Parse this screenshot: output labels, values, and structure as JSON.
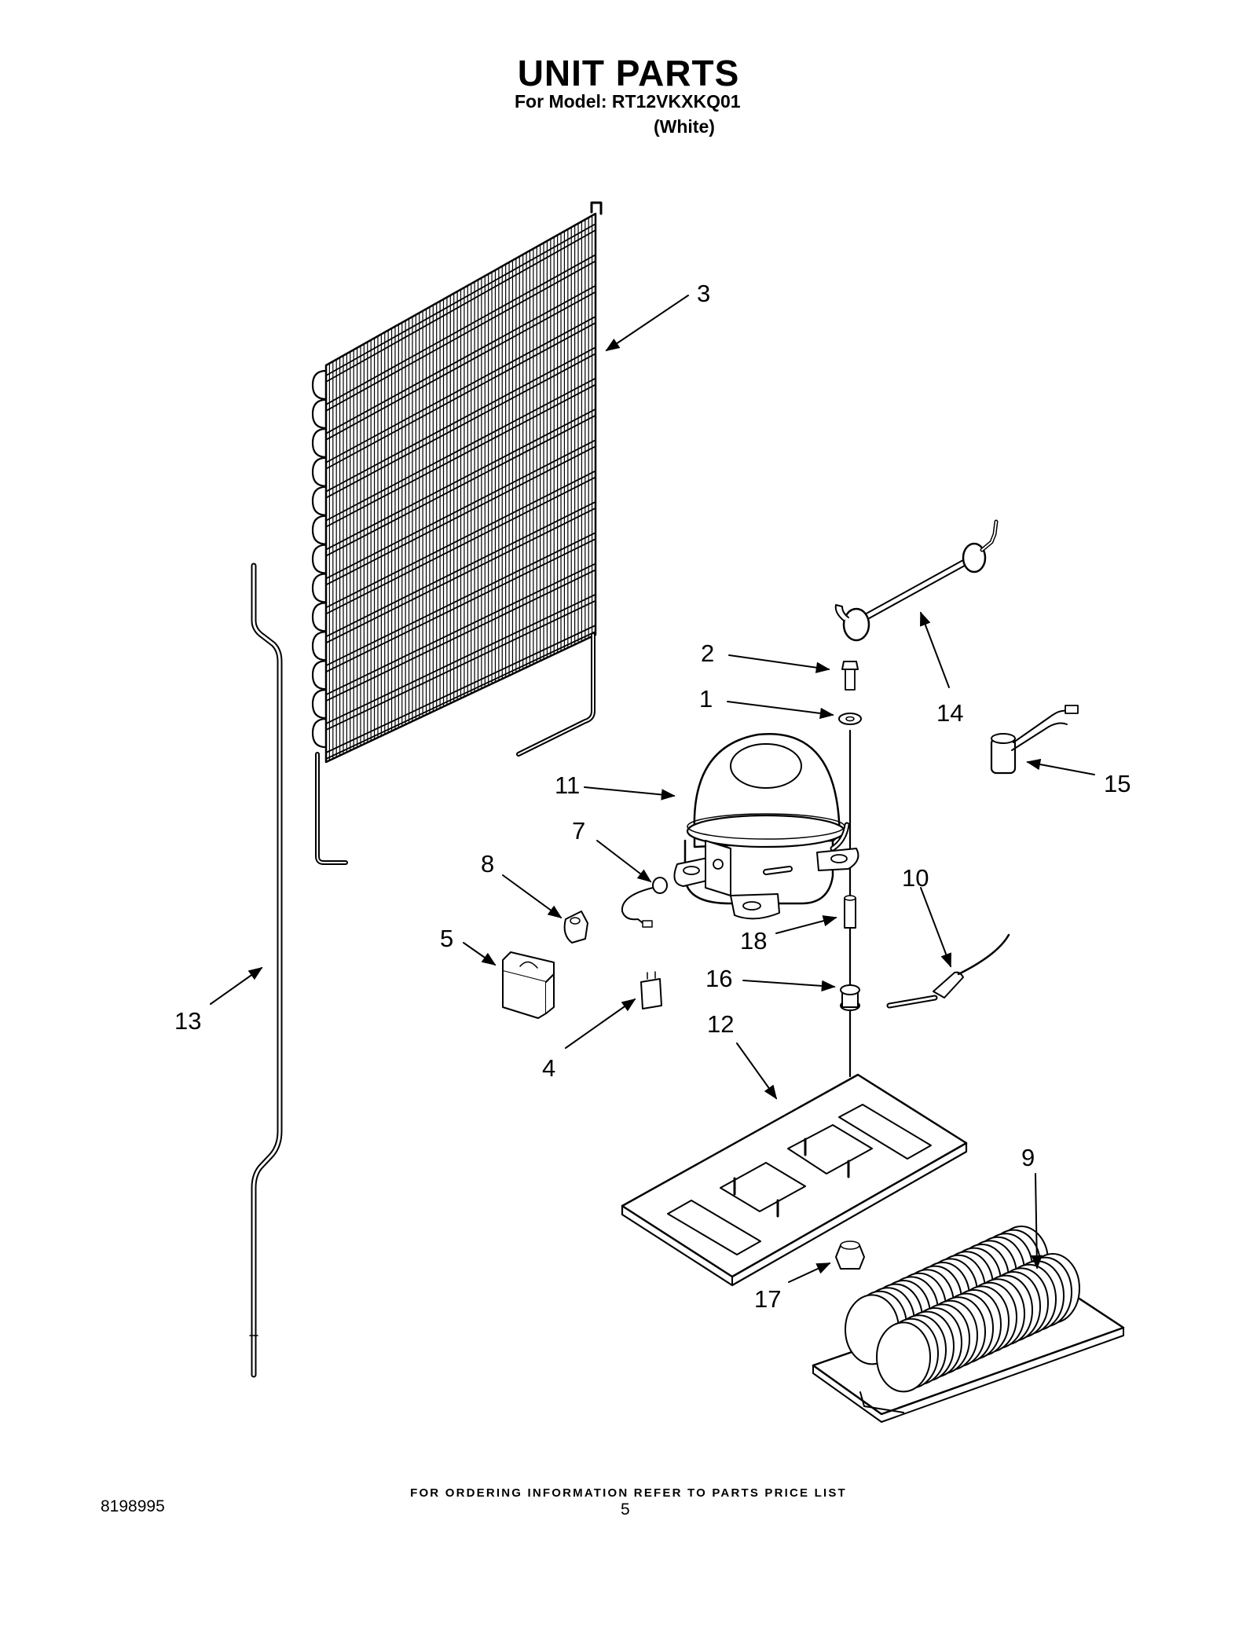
{
  "header": {
    "title": "UNIT PARTS",
    "model_line": "For Model: RT12VKXKQ01",
    "color_line": "(White)"
  },
  "parts": {
    "p1": "1",
    "p2": "2",
    "p3": "3",
    "p4": "4",
    "p5": "5",
    "p6": "7",
    "p7": "8",
    "p8": "9",
    "p9": "10",
    "p10": "11",
    "p11": "12",
    "p12": "13",
    "p13": "14",
    "p14": "15",
    "p15": "16",
    "p16": "17",
    "p17": "18"
  },
  "footer": {
    "note": "FOR ORDERING INFORMATION REFER TO PARTS PRICE LIST",
    "doc_number": "8198995",
    "page_number": "5"
  }
}
